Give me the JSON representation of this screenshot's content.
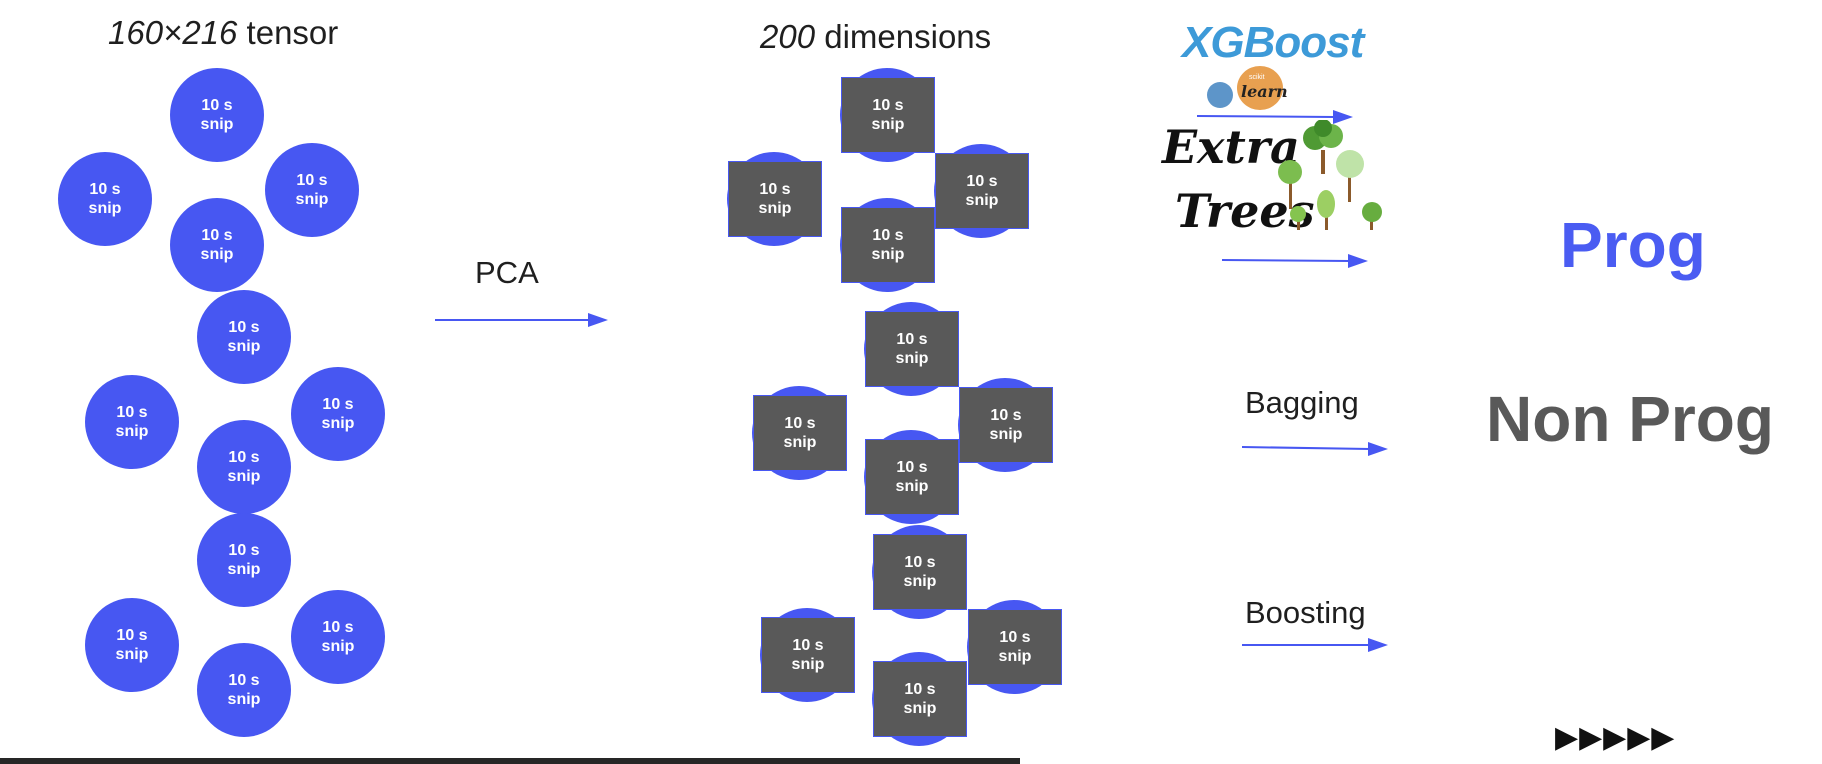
{
  "left_heading": {
    "italic": "160×216",
    "rest": " tensor"
  },
  "middle_heading": {
    "italic": "200",
    "rest": " dimensions"
  },
  "snip": {
    "line1": "10 s",
    "line2": "snip"
  },
  "arrow_label_pca": "PCA",
  "logos": {
    "xgboost": "XGBoost",
    "sklearn_small": "scikit",
    "sklearn_learn": "learn",
    "extra": "Extra",
    "trees": "Trees"
  },
  "methods": {
    "bagging": "Bagging",
    "boosting": "Boosting"
  },
  "outputs": {
    "prog": "Prog",
    "non_prog": "Non Prog"
  },
  "playmarks": "▶▶▶▶▶",
  "colors": {
    "blue": "#4757f2",
    "gray_box": "#595959",
    "prog_blue": "#4a5cf2",
    "nonprog_gray": "#595959"
  }
}
